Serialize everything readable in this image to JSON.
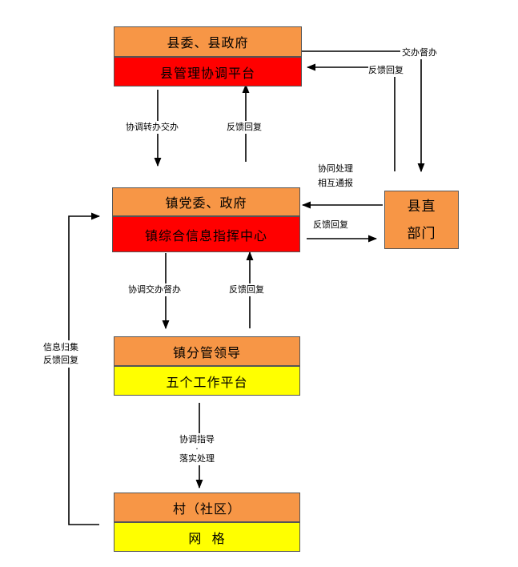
{
  "nodes": {
    "county_committee": "县委、县政府",
    "county_platform": "县管理协调平台",
    "town_committee": "镇党委、政府",
    "town_center": "镇综合信息指挥中心",
    "town_leader": "镇分管领导",
    "work_platforms": "五个工作平台",
    "village": "村（社区）",
    "grid": "网  格",
    "county_dept_line1": "县直",
    "county_dept_line2": "部门"
  },
  "edges": {
    "assign_supervise": "交办督办",
    "feedback_reply_top": "反馈回复",
    "coordinate_transfer": "协调转办交办",
    "feedback_reply_county": "反馈回复",
    "cooperate_line1": "协同处理",
    "cooperate_line2": "相互通报",
    "feedback_reply_dept": "反馈回复",
    "coordinate_assign": "协调交办督办",
    "feedback_reply_town": "反馈回复",
    "guide_line1": "协调指导",
    "guide_line2": "·",
    "guide_line3": "落实处理",
    "collect_line1": "信息归集",
    "collect_line2": "反馈回复"
  },
  "colors": {
    "orange": "#f79646",
    "red": "#ff0000",
    "yellow": "#ffff00",
    "line": "#000000"
  }
}
